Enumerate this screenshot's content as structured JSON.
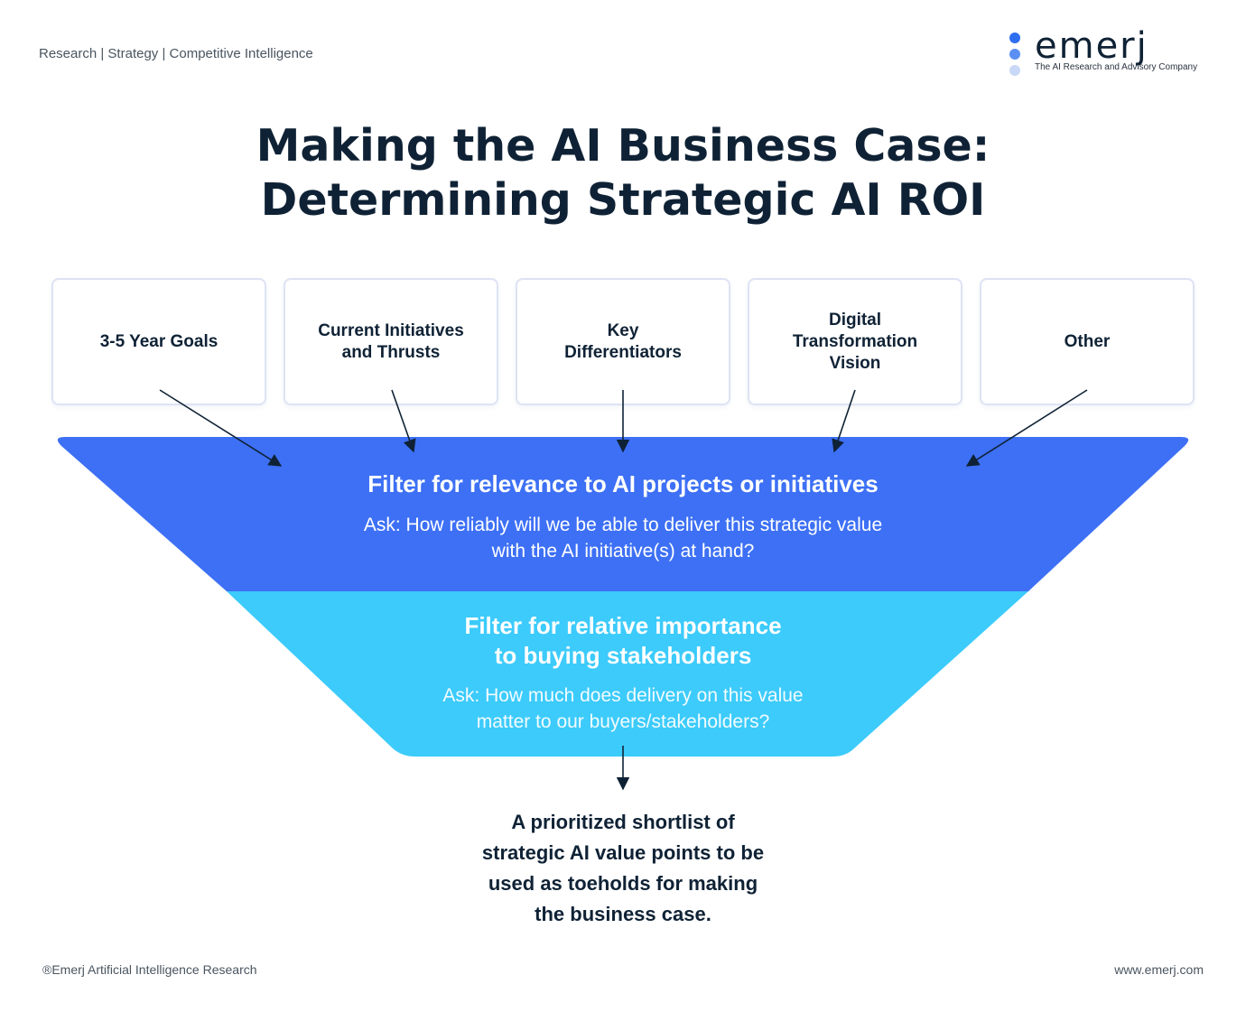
{
  "header": {
    "tagline": "Research | Strategy | Competitive Intelligence",
    "logo_word": "emerj",
    "logo_subtitle": "The AI Research and Advisory Company"
  },
  "title": {
    "line1": "Making the AI Business Case:",
    "line2": "Determining Strategic AI ROI"
  },
  "inputs": [
    {
      "label": "3-5 Year Goals"
    },
    {
      "label": "Current Initiatives\nand Thrusts"
    },
    {
      "label": "Key\nDifferentiators"
    },
    {
      "label": "Digital\nTransformation\nVision"
    },
    {
      "label": "Other"
    }
  ],
  "filter1": {
    "heading": "Filter for relevance to AI projects or initiatives",
    "ask_line1": "Ask: How reliably will we be able to deliver this strategic value",
    "ask_line2": "with the AI initiative(s) at hand?"
  },
  "filter2": {
    "heading_line1": "Filter for relative importance",
    "heading_line2": "to buying stakeholders",
    "ask_line1": "Ask: How much does delivery on this value",
    "ask_line2": "matter to our buyers/stakeholders?"
  },
  "result": {
    "line1": "A prioritized shortlist of",
    "line2": "strategic AI value points to be",
    "line3": "used as toeholds for making",
    "line4": "the business case."
  },
  "footer": {
    "copyright": "®Emerj Artificial Intelligence Research",
    "website": "www.emerj.com"
  },
  "colors": {
    "filter1": "#3d70f5",
    "filter2": "#3ccbfb",
    "text_dark": "#0f2235",
    "logo_dot1": "#2f6ef0",
    "logo_dot2": "#5b8ff3",
    "logo_dot3": "#c8d8f6"
  }
}
